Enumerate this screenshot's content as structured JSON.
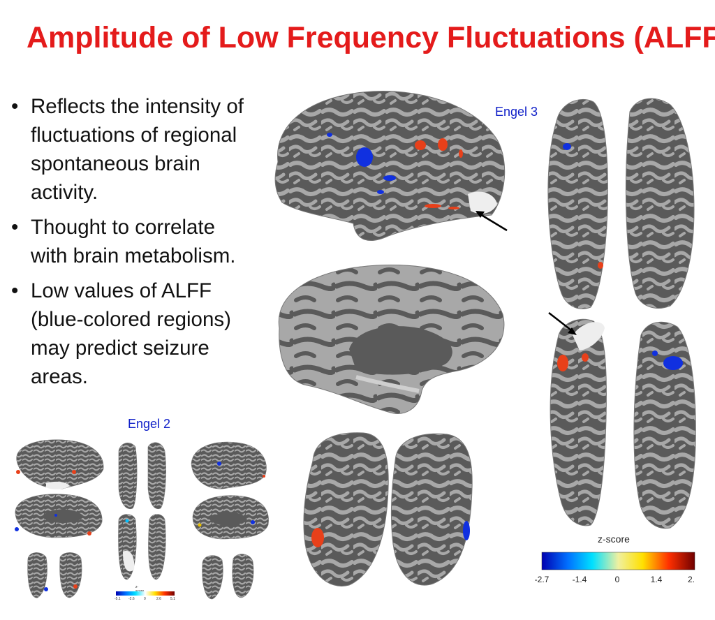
{
  "slide": {
    "title": "Amplitude of Low Frequency Fluctuations (ALFF)",
    "bullets": [
      "Reflects the intensity of fluctuations of regional spontaneous brain activity.",
      "Thought to correlate with brain metabolism.",
      "Low values of ALFF (blue-colored regions) may predict seizure areas."
    ],
    "bullet_lines": [
      "Reflects the intensity of\nfluctuations of regional\nspontaneous brain\nactivity.",
      "Thought to correlate\nwith brain metabolism.",
      "Low values of ALFF\n(blue-colored regions)\nmay predict seizure\nareas."
    ],
    "bullet_glyph": "•"
  },
  "figures": {
    "engel3_label": "Engel 3",
    "engel2_label": "Engel 2"
  },
  "colorbar": {
    "title": "z-score",
    "ticks": [
      "-2.7",
      "-1.4",
      "0",
      "1.4",
      "2."
    ],
    "colors": [
      "#0000b0",
      "#0070ff",
      "#00e0ff",
      "#ffffff",
      "#ffe000",
      "#ff3000",
      "#700000"
    ]
  },
  "mini_colorbar": {
    "title": "z-score",
    "ticks": [
      "-5.1",
      "-2.6",
      "0",
      "2.6",
      "5.1"
    ]
  },
  "colors": {
    "title": "#e41b1b",
    "label": "#1020c8",
    "sulcus": "#5a5a5a",
    "gyrus": "#a8a8a8",
    "hot": "#e8401a",
    "cold": "#1030e0"
  }
}
